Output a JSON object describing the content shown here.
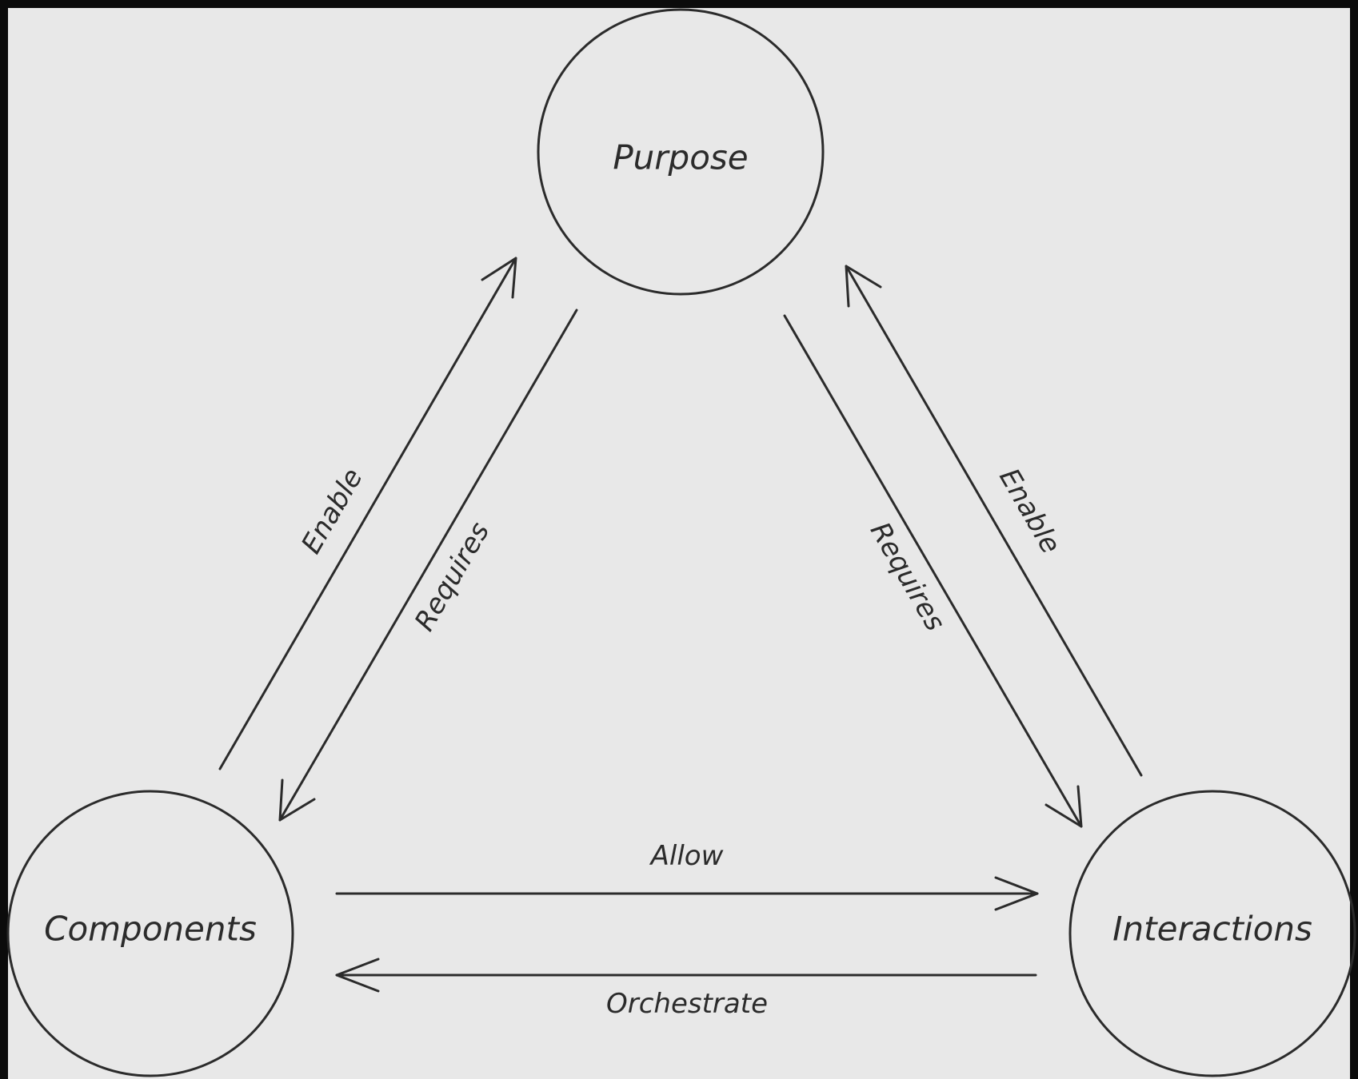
{
  "nodes": {
    "purpose": "Purpose",
    "components": "Components",
    "interactions": "Interactions"
  },
  "edges": {
    "components_to_purpose": "Enable",
    "purpose_to_components": "Requires",
    "purpose_to_interactions": "Requires",
    "interactions_to_purpose": "Enable",
    "components_to_interactions": "Allow",
    "interactions_to_components": "Orchestrate"
  },
  "colors": {
    "background": "#e8e8e8",
    "frame": "#0b0b0b",
    "ink": "#2b2b2b"
  }
}
